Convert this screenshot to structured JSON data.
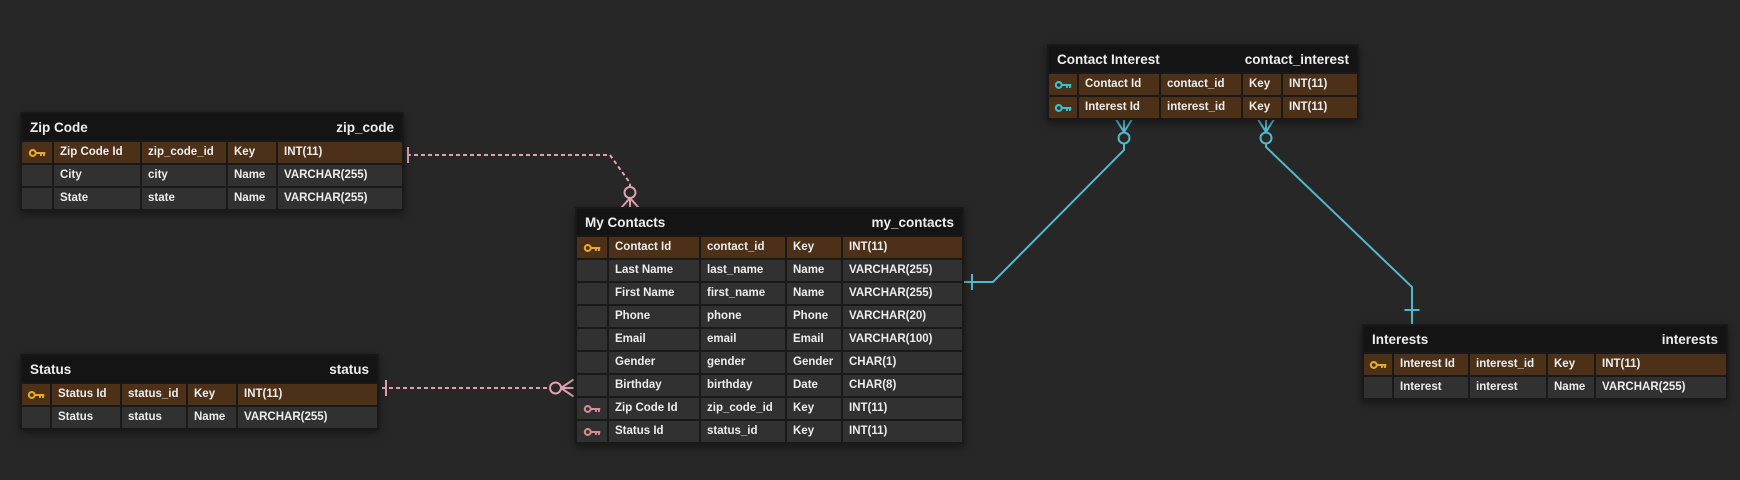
{
  "colors": {
    "background": "#272727",
    "table_border": "#191919",
    "header_bg": "#141414",
    "row_bg": "#313131",
    "pk_row_bg": "#4c3018",
    "text": "#ededed",
    "gold_key": "#e6ac27",
    "pink_key": "#d98a96",
    "teal_key": "#35c4d7",
    "relationship_identifying": "#52b9cc",
    "relationship_non_identifying": "#e0a1ab"
  },
  "tables": [
    {
      "title": "Zip Code",
      "schema": "zip_code",
      "rows": [
        {
          "icon": "gold-key",
          "name": "Zip Code Id",
          "physical": "zip_code_id",
          "role": "Key",
          "type": "INT(11)",
          "pk": true
        },
        {
          "icon": null,
          "name": "City",
          "physical": "city",
          "role": "Name",
          "type": "VARCHAR(255)",
          "pk": false
        },
        {
          "icon": null,
          "name": "State",
          "physical": "state",
          "role": "Name",
          "type": "VARCHAR(255)",
          "pk": false
        }
      ]
    },
    {
      "title": "Status",
      "schema": "status",
      "rows": [
        {
          "icon": "gold-key",
          "name": "Status Id",
          "physical": "status_id",
          "role": "Key",
          "type": "INT(11)",
          "pk": true
        },
        {
          "icon": null,
          "name": "Status",
          "physical": "status",
          "role": "Name",
          "type": "VARCHAR(255)",
          "pk": false
        }
      ]
    },
    {
      "title": "My Contacts",
      "schema": "my_contacts",
      "rows": [
        {
          "icon": "gold-key",
          "name": "Contact Id",
          "physical": "contact_id",
          "role": "Key",
          "type": "INT(11)",
          "pk": true
        },
        {
          "icon": null,
          "name": "Last Name",
          "physical": "last_name",
          "role": "Name",
          "type": "VARCHAR(255)",
          "pk": false
        },
        {
          "icon": null,
          "name": "First Name",
          "physical": "first_name",
          "role": "Name",
          "type": "VARCHAR(255)",
          "pk": false
        },
        {
          "icon": null,
          "name": "Phone",
          "physical": "phone",
          "role": "Phone",
          "type": "VARCHAR(20)",
          "pk": false
        },
        {
          "icon": null,
          "name": "Email",
          "physical": "email",
          "role": "Email",
          "type": "VARCHAR(100)",
          "pk": false
        },
        {
          "icon": null,
          "name": "Gender",
          "physical": "gender",
          "role": "Gender",
          "type": "CHAR(1)",
          "pk": false
        },
        {
          "icon": null,
          "name": "Birthday",
          "physical": "birthday",
          "role": "Date",
          "type": "CHAR(8)",
          "pk": false
        },
        {
          "icon": "pink-key",
          "name": "Zip Code Id",
          "physical": "zip_code_id",
          "role": "Key",
          "type": "INT(11)",
          "pk": false
        },
        {
          "icon": "pink-key",
          "name": "Status Id",
          "physical": "status_id",
          "role": "Key",
          "type": "INT(11)",
          "pk": false
        }
      ]
    },
    {
      "title": "Contact Interest",
      "schema": "contact_interest",
      "rows": [
        {
          "icon": "teal-key",
          "name": "Contact Id",
          "physical": "contact_id",
          "role": "Key",
          "type": "INT(11)",
          "pk": true
        },
        {
          "icon": "teal-key",
          "name": "Interest Id",
          "physical": "interest_id",
          "role": "Key",
          "type": "INT(11)",
          "pk": true
        }
      ]
    },
    {
      "title": "Interests",
      "schema": "interests",
      "rows": [
        {
          "icon": "gold-key",
          "name": "Interest Id",
          "physical": "interest_id",
          "role": "Key",
          "type": "INT(11)",
          "pk": true
        },
        {
          "icon": null,
          "name": "Interest",
          "physical": "interest",
          "role": "Name",
          "type": "VARCHAR(255)",
          "pk": false
        }
      ]
    }
  ],
  "relationships": [
    {
      "from": "zip_code",
      "to": "my_contacts",
      "from_cardinality": "one",
      "to_cardinality": "zero-or-many",
      "line": "dashed",
      "kind": "non-identifying"
    },
    {
      "from": "status",
      "to": "my_contacts",
      "from_cardinality": "one",
      "to_cardinality": "zero-or-many",
      "line": "dashed",
      "kind": "non-identifying"
    },
    {
      "from": "my_contacts",
      "to": "contact_interest",
      "from_cardinality": "one",
      "to_cardinality": "zero-or-many",
      "line": "solid",
      "kind": "identifying"
    },
    {
      "from": "interests",
      "to": "contact_interest",
      "from_cardinality": "one",
      "to_cardinality": "zero-or-many",
      "line": "solid",
      "kind": "identifying"
    }
  ]
}
